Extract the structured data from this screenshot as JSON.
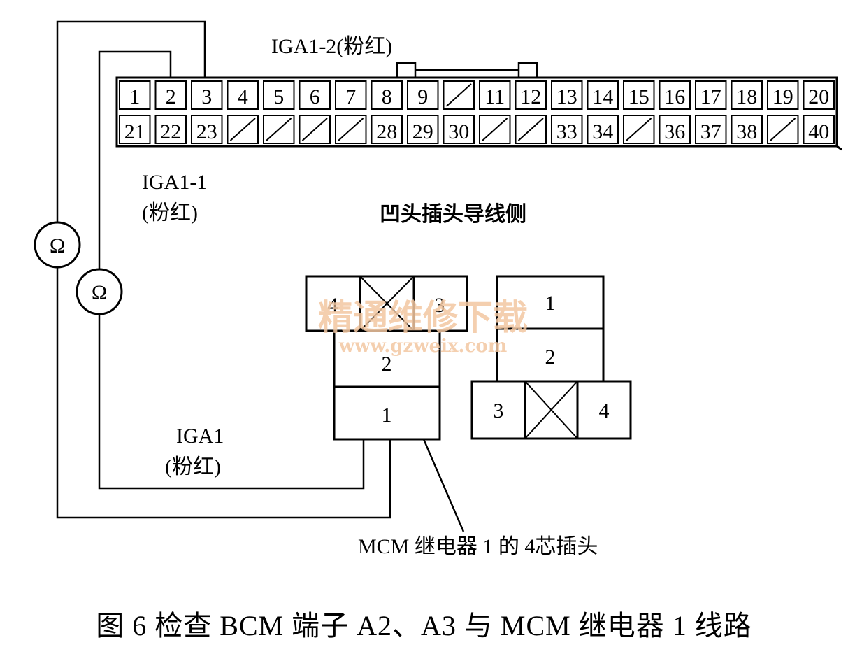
{
  "connector_top": {
    "row1": [
      "1",
      "2",
      "3",
      "4",
      "5",
      "6",
      "7",
      "8",
      "9",
      "/",
      "11",
      "12",
      "13",
      "14",
      "15",
      "16",
      "17",
      "18",
      "19",
      "20"
    ],
    "row2": [
      "21",
      "22",
      "23",
      "/",
      "/",
      "/",
      "/",
      "28",
      "29",
      "30",
      "/",
      "/",
      "33",
      "34",
      "/",
      "36",
      "37",
      "38",
      "/",
      "40"
    ]
  },
  "labels": {
    "iga1_2": "IGA1-2(粉红)",
    "iga1_1_line1": "IGA1-1",
    "iga1_1_line2": "(粉红)",
    "connector_side": "凹头插头导线侧",
    "iga1_line1": "IGA1",
    "iga1_line2": "(粉红)",
    "mcm_connector": "MCM 继电器 1 的 4芯插头",
    "ohm_symbol": "Ω"
  },
  "relay_left": {
    "pin4": "4",
    "pin3": "3",
    "pin2": "2",
    "pin1": "1"
  },
  "relay_right": {
    "pin1": "1",
    "pin2": "2",
    "pin3": "3",
    "pin4": "4"
  },
  "watermark": {
    "line1": "精通维修下载",
    "line2": "www.gzweix.com"
  },
  "caption": "图 6  检查 BCM 端子 A2、A3 与 MCM 继电器 1 线路"
}
